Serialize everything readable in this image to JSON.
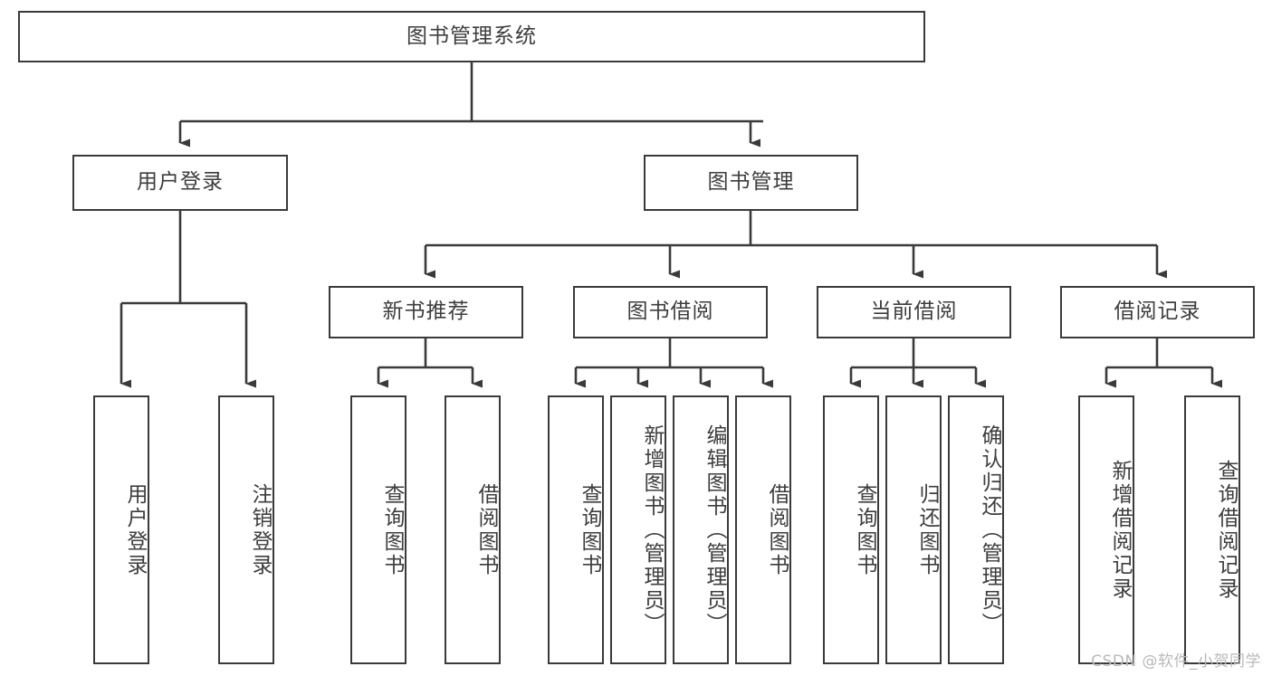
{
  "diagram": {
    "title": "图书管理系统",
    "watermark": "CSDN @软件_小贺同学",
    "line_color": "#3a3a3a",
    "text_color": "#3d3d3d",
    "background": "#ffffff",
    "root": {
      "label": "图书管理系统"
    },
    "level2": [
      {
        "label": "用户登录"
      },
      {
        "label": "图书管理"
      }
    ],
    "level3": [
      {
        "label": "新书推荐"
      },
      {
        "label": "图书借阅"
      },
      {
        "label": "当前借阅"
      },
      {
        "label": "借阅记录"
      }
    ],
    "leaves": {
      "user_login": [
        {
          "label": "用户登录"
        },
        {
          "label": "注销登录"
        }
      ],
      "new_book": [
        {
          "label": "查询图书"
        },
        {
          "label": "借阅图书"
        }
      ],
      "book_borrow": [
        {
          "label": "查询图书"
        },
        {
          "label": "新增图书（管理员）"
        },
        {
          "label": "编辑图书（管理员）"
        },
        {
          "label": "借阅图书"
        }
      ],
      "current_borrow": [
        {
          "label": "查询图书"
        },
        {
          "label": "归还图书"
        },
        {
          "label": "确认归还（管理员）"
        }
      ],
      "borrow_record": [
        {
          "label": "新增借阅记录"
        },
        {
          "label": "查询借阅记录"
        }
      ]
    }
  }
}
